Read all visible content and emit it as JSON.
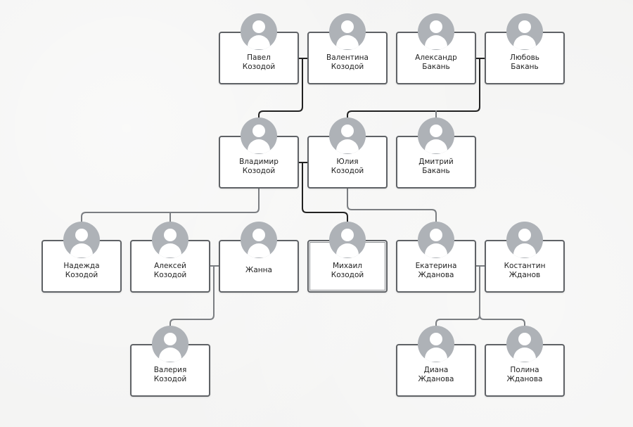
{
  "people": [
    {
      "id": "pavel",
      "first": "Павел",
      "last": "Козодой"
    },
    {
      "id": "valentina",
      "first": "Валентина",
      "last": "Козодой"
    },
    {
      "id": "aleksandr",
      "first": "Александр",
      "last": "Бакань"
    },
    {
      "id": "lyubov",
      "first": "Любовь",
      "last": "Бакань"
    },
    {
      "id": "vladimir",
      "first": "Владимир",
      "last": "Козодой"
    },
    {
      "id": "yulia",
      "first": "Юлия",
      "last": "Козодой"
    },
    {
      "id": "dmitriy",
      "first": "Дмитрий",
      "last": "Бакань"
    },
    {
      "id": "nadezhda",
      "first": "Надежда",
      "last": "Козодой"
    },
    {
      "id": "aleksey",
      "first": "Алексей",
      "last": "Козодой"
    },
    {
      "id": "zhanna",
      "first": "Жанна",
      "last": ""
    },
    {
      "id": "mikhail",
      "first": "Михаил",
      "last": "Козодой"
    },
    {
      "id": "ekaterina",
      "first": "Екатерина",
      "last": "Жданова"
    },
    {
      "id": "konstantin",
      "first": "Костантин",
      "last": "Жданов"
    },
    {
      "id": "valeriya",
      "first": "Валерия",
      "last": "Козодой"
    },
    {
      "id": "diana",
      "first": "Диана",
      "last": "Жданова"
    },
    {
      "id": "polina",
      "first": "Полина",
      "last": "Жданова"
    }
  ],
  "colors": {
    "line": "#7b7e82",
    "line_highlight": "#222222",
    "card_border": "#5f6266",
    "avatar": "#aeb2b7"
  }
}
